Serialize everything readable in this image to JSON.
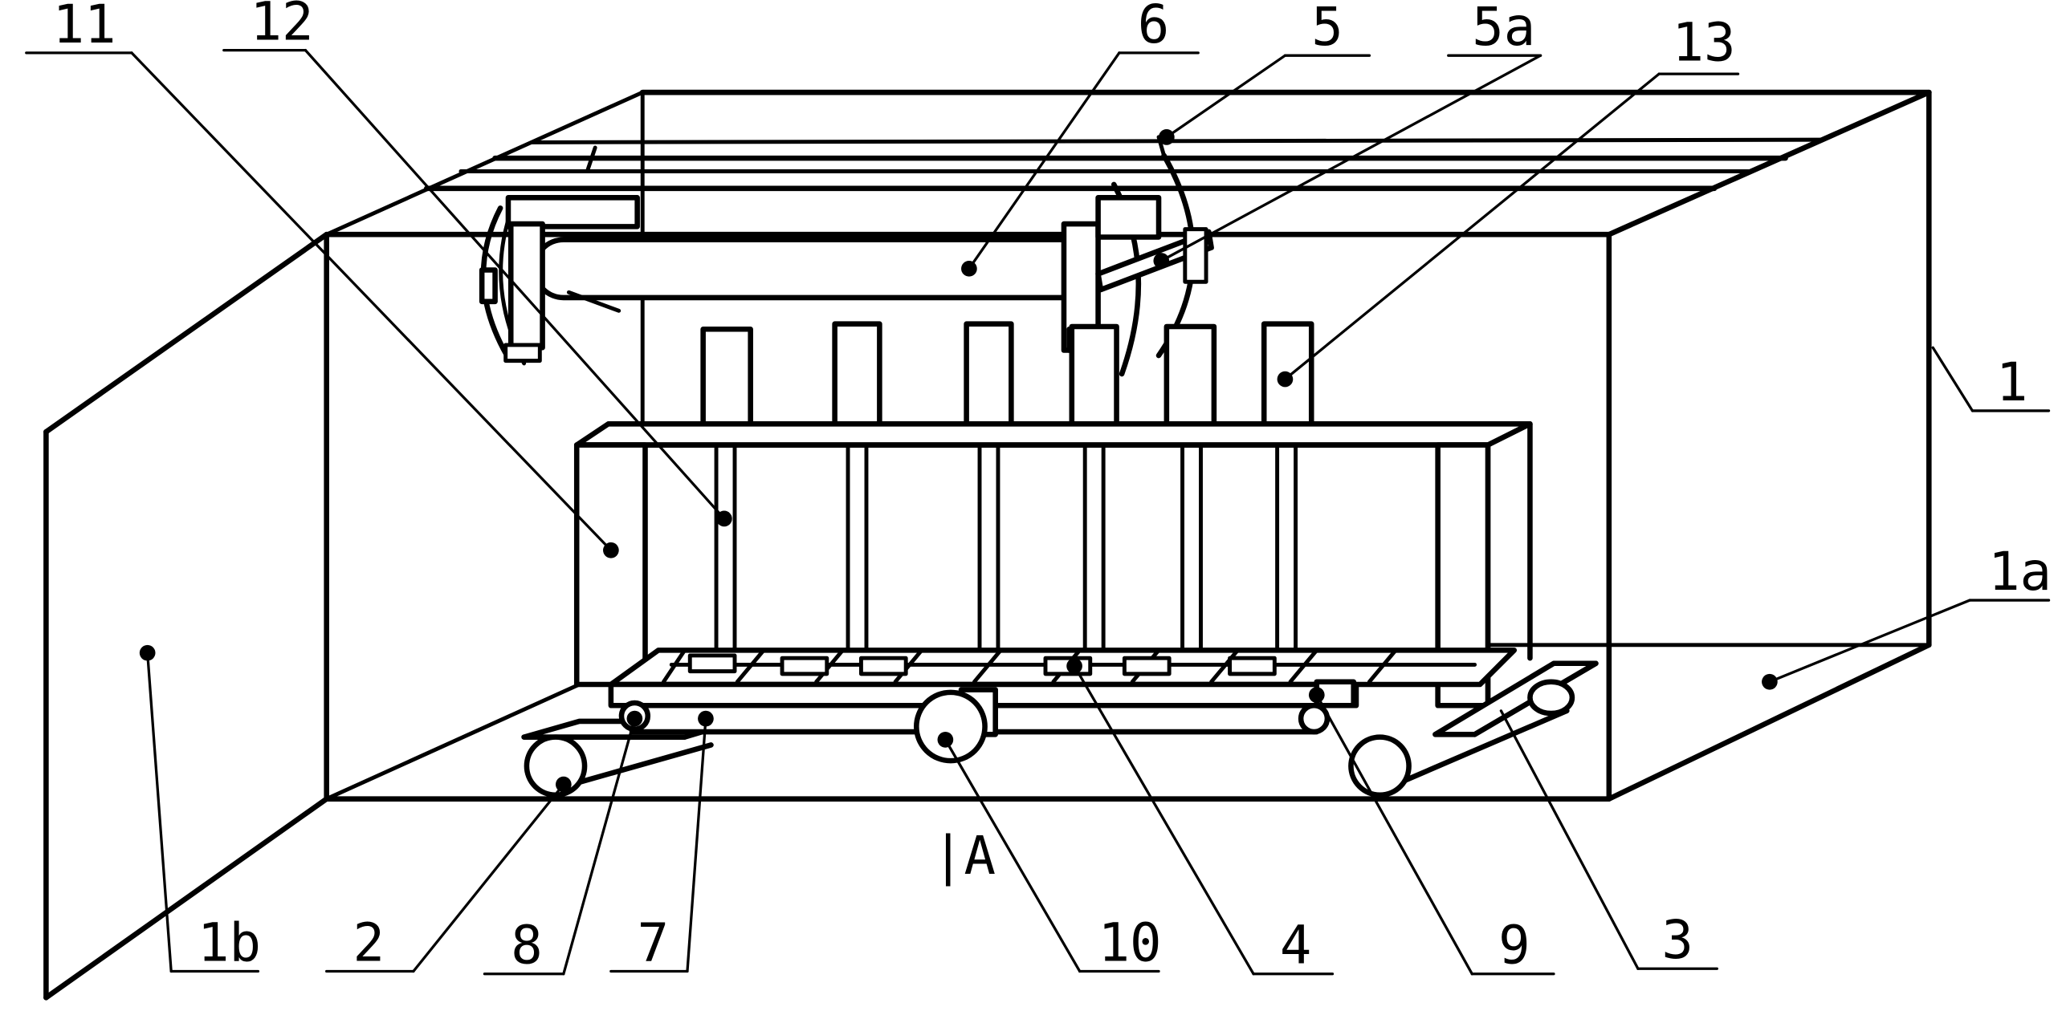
{
  "labels": {
    "l11": "11",
    "l12": "12",
    "l6": "6",
    "l5": "5",
    "l5a": "5a",
    "l13": "13",
    "l1": "1",
    "l1a": "1a",
    "l1b": "1b",
    "l2": "2",
    "l8": "8",
    "l7": "7",
    "l10": "10",
    "l4": "4",
    "l9": "9",
    "l3": "3",
    "section": "|A"
  }
}
